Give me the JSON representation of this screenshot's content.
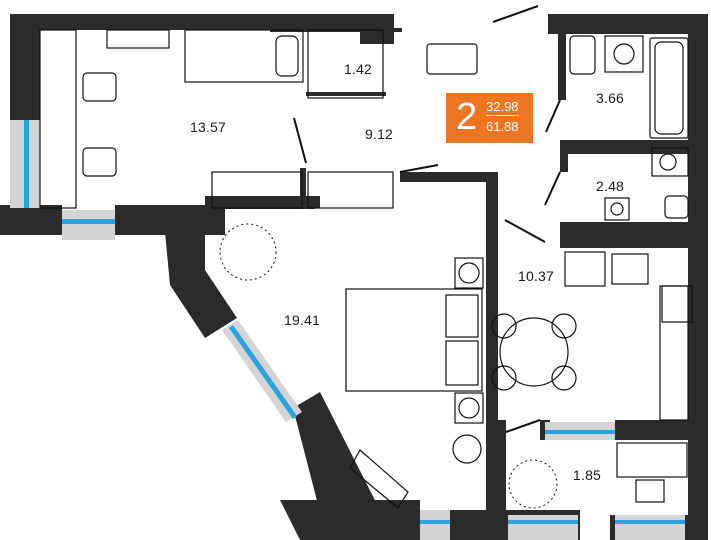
{
  "plan": {
    "rooms_count": "2",
    "living_area": "32.98",
    "total_area": "61.88",
    "accent_color": "#ee7623",
    "wall_color": "#2b2b2b",
    "window_color": "#29a3e0"
  },
  "rooms": [
    {
      "id": "study",
      "label": "13.57"
    },
    {
      "id": "closet",
      "label": "1.42"
    },
    {
      "id": "hall",
      "label": "9.12"
    },
    {
      "id": "bathroom",
      "label": "3.66"
    },
    {
      "id": "wc",
      "label": "2.48"
    },
    {
      "id": "bedroom",
      "label": "19.41"
    },
    {
      "id": "kitchen",
      "label": "10.37"
    },
    {
      "id": "balcony",
      "label": "1.85"
    }
  ]
}
